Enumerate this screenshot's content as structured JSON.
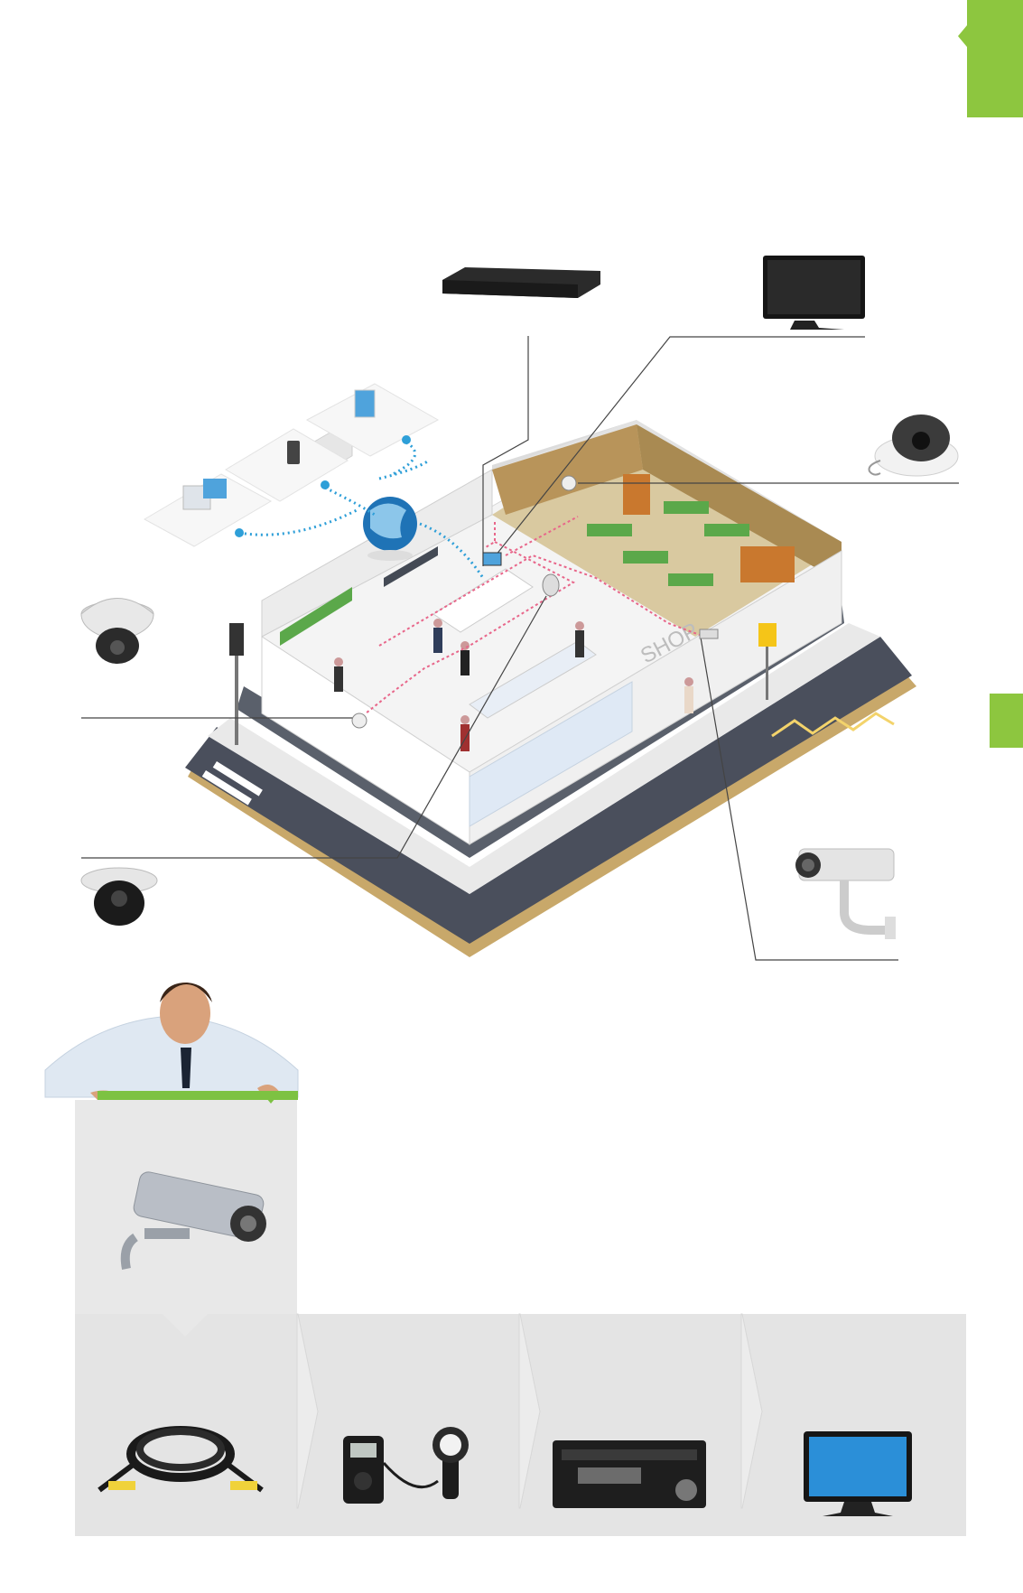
{
  "shop_sign": "SHOP",
  "colors": {
    "accent_green": "#8dc63f",
    "cable_dotted": "#e8668a",
    "wireless_link": "#2e9fd8",
    "road": "#4a4f5c",
    "sidewalk": "#c8a86a",
    "panel_gray": "#e4e4e4"
  },
  "devices": [
    "dvr-recorder",
    "monitor",
    "dome-camera",
    "vandal-dome-camera",
    "mini-dome-camera",
    "bullet-camera",
    "outdoor-bullet-camera",
    "coax-cable",
    "light-meter",
    "samsung-dvr",
    "lcd-monitor"
  ],
  "steps": [
    "camera",
    "cable",
    "meter",
    "recorder",
    "monitor"
  ]
}
